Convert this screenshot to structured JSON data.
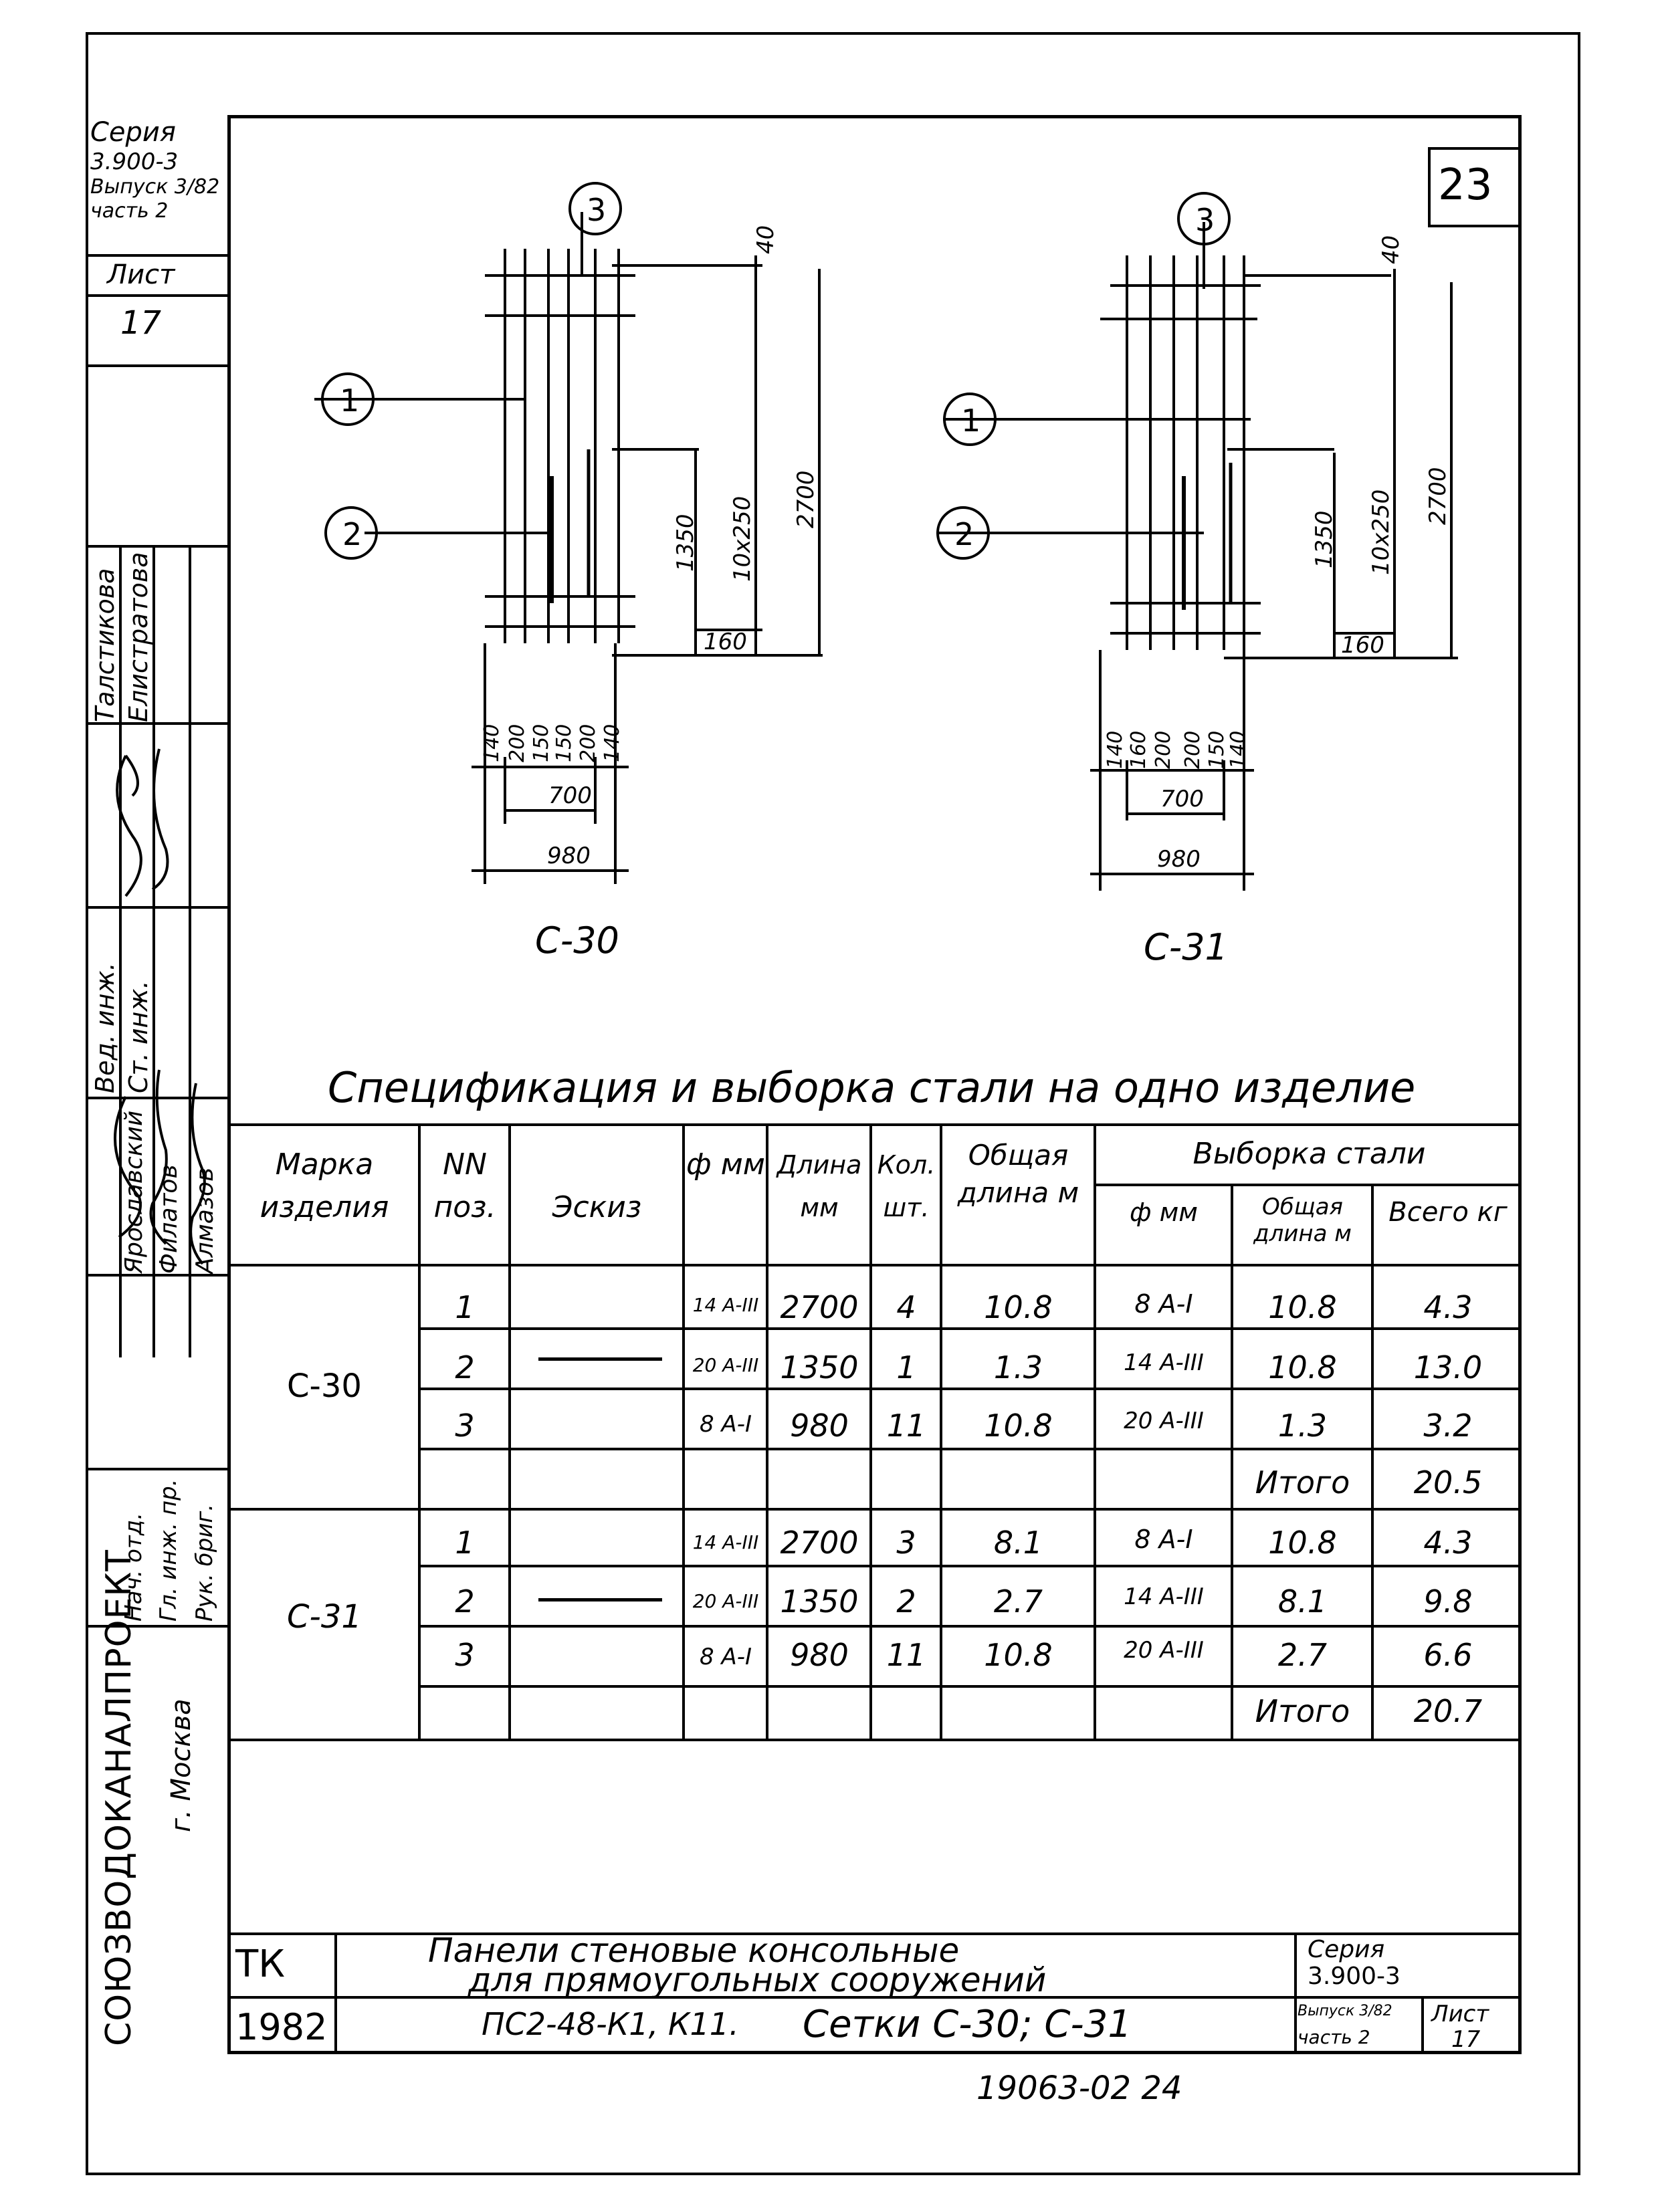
{
  "sheet_number": "23",
  "side_block": {
    "series_title": "Серия",
    "series_code": "3.900-3",
    "issue": "Выпуск 3/82",
    "part": "часть 2",
    "sheet_label": "Лист",
    "sheet_value": "17",
    "signers": [
      {
        "role": "Вед. инж.",
        "name": "Талстикова"
      },
      {
        "role": "Ст. инж.",
        "name": "Елистратова"
      },
      {
        "role": "Нач. отд.",
        "name": "Ярославский"
      },
      {
        "role": "Гл. инж. пр.",
        "name": "Филатов"
      },
      {
        "role": "Рук. бриг.",
        "name": "Алмазов"
      }
    ],
    "organization": "СОЮЗВОДОКАНАЛПРОЕКТ",
    "city": "г. Москва"
  },
  "drawings": [
    {
      "label": "С-30",
      "callouts": [
        "1",
        "2",
        "3"
      ],
      "dims_right": [
        "40",
        "1350",
        "10x250",
        "2700",
        "160"
      ],
      "dims_bottom": [
        "140",
        "200",
        "150",
        "150",
        "200",
        "140"
      ],
      "dim_inner": "700",
      "dim_total": "980"
    },
    {
      "label": "С-31",
      "callouts": [
        "1",
        "2",
        "3"
      ],
      "dims_right": [
        "40",
        "1350",
        "10x250",
        "2700",
        "160"
      ],
      "dims_bottom": [
        "140",
        "160",
        "200",
        "200",
        "150",
        "140"
      ],
      "dim_inner": "700",
      "dim_total": "980"
    }
  ],
  "table": {
    "title": "Спецификация и выборка стали на одно изделие",
    "headers": {
      "mark": "Марка изделия",
      "pos": "NN поз.",
      "sketch": "Эскиз",
      "diam": "ф мм",
      "length": "Длина мм",
      "qty": "Кол. шт.",
      "total_len": "Общая длина м",
      "steel_group": "Выборка стали",
      "s_diam": "ф мм",
      "s_len": "Общая длина м",
      "s_total": "Всего кг"
    },
    "groups": [
      {
        "mark": "С-30",
        "rows": [
          {
            "pos": "1",
            "diam": "14 A-III",
            "length": "2700",
            "qty": "4",
            "total_len": "10.8",
            "s_diam": "8 A-I",
            "s_len": "10.8",
            "s_total": "4.3"
          },
          {
            "pos": "2",
            "diam": "20 A-III",
            "length": "1350",
            "qty": "1",
            "total_len": "1.3",
            "s_diam": "14 A-III",
            "s_len": "10.8",
            "s_total": "13.0"
          },
          {
            "pos": "3",
            "diam": "8 A-I",
            "length": "980",
            "qty": "11",
            "total_len": "10.8",
            "s_diam": "20 A-III",
            "s_len": "1.3",
            "s_total": "3.2"
          }
        ],
        "total_label": "Итого",
        "total_value": "20.5"
      },
      {
        "mark": "С-31",
        "rows": [
          {
            "pos": "1",
            "diam": "14 A-III",
            "length": "2700",
            "qty": "3",
            "total_len": "8.1",
            "s_diam": "8 A-I",
            "s_len": "10.8",
            "s_total": "4.3"
          },
          {
            "pos": "2",
            "diam": "20 A-III",
            "length": "1350",
            "qty": "2",
            "total_len": "2.7",
            "s_diam": "14 A-III",
            "s_len": "8.1",
            "s_total": "9.8"
          },
          {
            "pos": "3",
            "diam": "8 A-I",
            "length": "980",
            "qty": "11",
            "total_len": "10.8",
            "s_diam": "20 A-III",
            "s_len": "2.7",
            "s_total": "6.6"
          }
        ],
        "total_label": "Итого",
        "total_value": "20.7"
      }
    ]
  },
  "title_block": {
    "code": "ТК",
    "year": "1982",
    "title_line1": "Панели стеновые консольные",
    "title_line2": "для прямоугольных сооружений",
    "subtitle_left": "ПС2-48-К1, К11.",
    "subtitle_right": "Сетки С-30; С-31",
    "series_label": "Серия",
    "series_value": "3.900-3",
    "issue_label": "Выпуск 3/82",
    "part_label": "часть 2",
    "sheet_label": "Лист",
    "sheet_value": "17"
  },
  "footer_number": "19063-02 24"
}
